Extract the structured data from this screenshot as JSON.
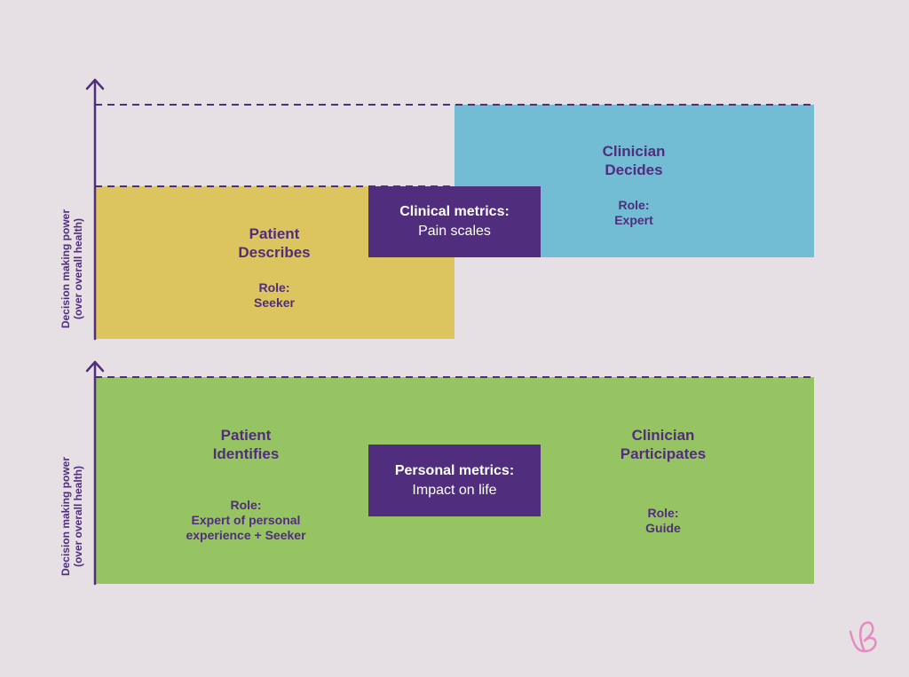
{
  "colors": {
    "background": "#E6DFE4",
    "purple": "#512D7E",
    "yellow": "#DCC55E",
    "blue": "#72BCD4",
    "green": "#97C463",
    "logo": "#E58BC0"
  },
  "top": {
    "y_axis_label_line1": "Decision making power",
    "y_axis_label_line2": "(over overall health)",
    "patient": {
      "title": "Patient",
      "verb": "Describes",
      "role_label": "Role:",
      "role_value": "Seeker"
    },
    "clinician": {
      "title": "Clinician",
      "verb": "Decides",
      "role_label": "Role:",
      "role_value": "Expert"
    },
    "metrics": {
      "title": "Clinical metrics:",
      "subtitle": "Pain scales"
    }
  },
  "bottom": {
    "y_axis_label_line1": "Decision making power",
    "y_axis_label_line2": "(over overall health)",
    "patient": {
      "title": "Patient",
      "verb": "Identifies",
      "role_label": "Role:",
      "role_value_line1": "Expert of personal",
      "role_value_line2": "experience + Seeker"
    },
    "clinician": {
      "title": "Clinician",
      "verb": "Participates",
      "role_label": "Role:",
      "role_value": "Guide"
    },
    "metrics": {
      "title": "Personal metrics:",
      "subtitle": "Impact on life"
    }
  },
  "logo": {
    "icon": "swirl-b-logo-icon"
  }
}
